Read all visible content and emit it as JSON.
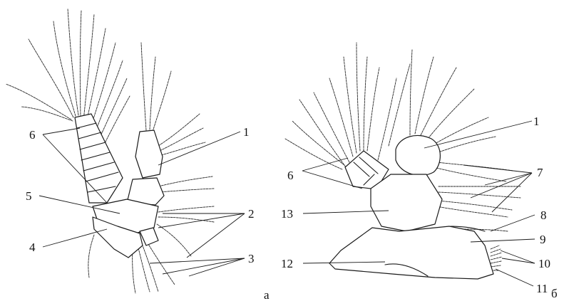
{
  "panels": [
    {
      "id": "a",
      "caption": "а",
      "labels": [
        "1",
        "2",
        "3",
        "4",
        "5",
        "6"
      ]
    },
    {
      "id": "b",
      "caption": "б",
      "labels": [
        "1",
        "6",
        "7",
        "8",
        "9",
        "10",
        "11",
        "12",
        "13"
      ]
    }
  ]
}
